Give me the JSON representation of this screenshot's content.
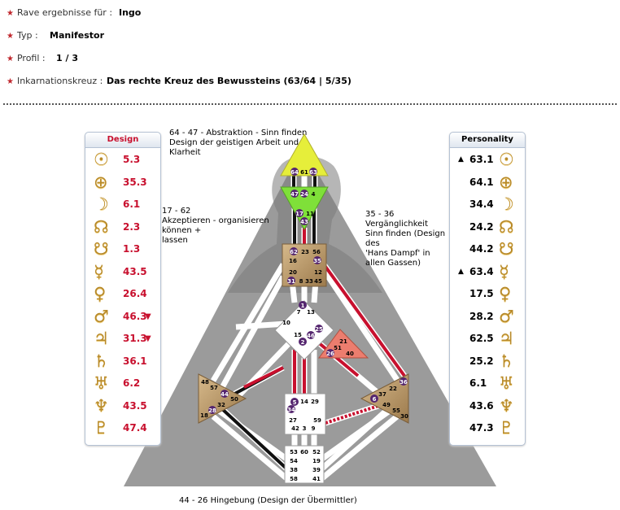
{
  "info": [
    {
      "label": "Rave ergebnisse für :",
      "value": "Ingo"
    },
    {
      "label": "Typ :",
      "value": "Manifestor"
    },
    {
      "label": "Profil :",
      "value": "1 / 3"
    },
    {
      "label": "Inkarnationskreuz :",
      "value": "Das rechte Kreuz des Bewussteins (63/64 | 5/35)"
    }
  ],
  "design": {
    "title": "Design",
    "rows": [
      {
        "symbol": "sun-icon",
        "glyph": "☉",
        "value": "5.3",
        "mark": ""
      },
      {
        "symbol": "earth-icon",
        "glyph": "⊕",
        "value": "35.3",
        "mark": ""
      },
      {
        "symbol": "moon-icon",
        "glyph": "☽",
        "value": "6.1",
        "mark": ""
      },
      {
        "symbol": "north-node-icon",
        "glyph": "☊",
        "value": "2.3",
        "mark": ""
      },
      {
        "symbol": "south-node-icon",
        "glyph": "☋",
        "value": "1.3",
        "mark": ""
      },
      {
        "symbol": "mercury-icon",
        "glyph": "☿",
        "value": "43.5",
        "mark": ""
      },
      {
        "symbol": "venus-icon",
        "glyph": "♀",
        "value": "26.4",
        "mark": ""
      },
      {
        "symbol": "mars-icon",
        "glyph": "♂",
        "value": "46.3",
        "mark": "▼"
      },
      {
        "symbol": "jupiter-icon",
        "glyph": "♃",
        "value": "31.3",
        "mark": "▼"
      },
      {
        "symbol": "saturn-icon",
        "glyph": "♄",
        "value": "36.1",
        "mark": ""
      },
      {
        "symbol": "uranus-icon",
        "glyph": "♅",
        "value": "6.2",
        "mark": ""
      },
      {
        "symbol": "neptune-icon",
        "glyph": "♆",
        "value": "43.5",
        "mark": ""
      },
      {
        "symbol": "pluto-icon",
        "glyph": "♇",
        "value": "47.4",
        "mark": ""
      }
    ]
  },
  "personality": {
    "title": "Personality",
    "rows": [
      {
        "symbol": "sun-icon",
        "glyph": "☉",
        "value": "63.1",
        "mark": "▲"
      },
      {
        "symbol": "earth-icon",
        "glyph": "⊕",
        "value": "64.1",
        "mark": ""
      },
      {
        "symbol": "moon-icon",
        "glyph": "☽",
        "value": "34.4",
        "mark": ""
      },
      {
        "symbol": "north-node-icon",
        "glyph": "☊",
        "value": "24.2",
        "mark": ""
      },
      {
        "symbol": "south-node-icon",
        "glyph": "☋",
        "value": "44.2",
        "mark": ""
      },
      {
        "symbol": "mercury-icon",
        "glyph": "☿",
        "value": "63.4",
        "mark": "▲"
      },
      {
        "symbol": "venus-icon",
        "glyph": "♀",
        "value": "17.5",
        "mark": ""
      },
      {
        "symbol": "mars-icon",
        "glyph": "♂",
        "value": "28.2",
        "mark": ""
      },
      {
        "symbol": "jupiter-icon",
        "glyph": "♃",
        "value": "62.5",
        "mark": ""
      },
      {
        "symbol": "saturn-icon",
        "glyph": "♄",
        "value": "25.2",
        "mark": ""
      },
      {
        "symbol": "uranus-icon",
        "glyph": "♅",
        "value": "6.1",
        "mark": ""
      },
      {
        "symbol": "neptune-icon",
        "glyph": "♆",
        "value": "43.6",
        "mark": ""
      },
      {
        "symbol": "pluto-icon",
        "glyph": "♇",
        "value": "47.3",
        "mark": ""
      }
    ]
  },
  "annotations": [
    {
      "text": "64 - 47 - Abstraktion - Sinn finden\nDesign der geistigen Arbeit und\nKlarheit"
    },
    {
      "text": "17 - 62\nAkzeptieren - organisieren\nkönnen +\nlassen"
    },
    {
      "text": "35 - 36\nVergänglichkeit\nSinn finden (Design\ndes\n'Hans Dampf' in\nallen Gassen)"
    },
    {
      "text": "44 - 26 Hingebung (Design der Übermittler)"
    }
  ],
  "colors": {
    "design_red": "#c8102e",
    "head_yellow": "#e6ee3a",
    "ajna_green": "#7fe039",
    "centers_tan": "#b79468",
    "ego_salmon": "#ec7d6e",
    "body_gray": "#9b9b9b",
    "gate_purple": "#55266f"
  },
  "gate_numbers": {
    "head": [
      "64",
      "61",
      "63"
    ],
    "ajna": [
      "47",
      "24",
      "4",
      "17",
      "11",
      "43"
    ],
    "throat": [
      "62",
      "23",
      "56",
      "16",
      "35",
      "20",
      "12",
      "31",
      "8",
      "33",
      "45"
    ],
    "g": [
      "1",
      "7",
      "13",
      "10",
      "15",
      "46",
      "2",
      "25"
    ],
    "ego": [
      "21",
      "51",
      "26",
      "40"
    ],
    "spleen": [
      "48",
      "57",
      "44",
      "50",
      "32",
      "28",
      "18"
    ],
    "sacral": [
      "5",
      "14",
      "29",
      "34",
      "27",
      "59",
      "42",
      "3",
      "9"
    ],
    "solar": [
      "36",
      "22",
      "37",
      "6",
      "49",
      "55",
      "30"
    ],
    "root": [
      "53",
      "60",
      "52",
      "54",
      "19",
      "38",
      "39",
      "58",
      "41"
    ]
  }
}
